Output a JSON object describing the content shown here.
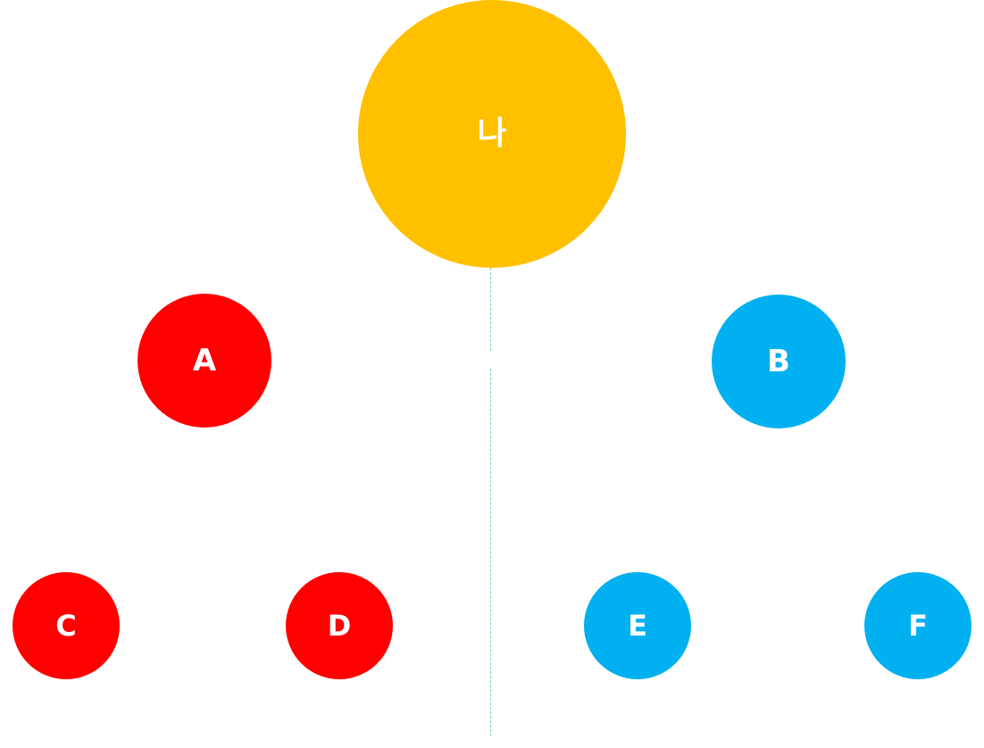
{
  "diagram": {
    "root": {
      "label": "나",
      "color": "#FFC000"
    },
    "left_group_color": "#FF0000",
    "right_group_color": "#00B0F0",
    "nodes": {
      "a": {
        "label": "A"
      },
      "b": {
        "label": "B"
      },
      "c": {
        "label": "C"
      },
      "d": {
        "label": "D"
      },
      "e": {
        "label": "E"
      },
      "f": {
        "label": "F"
      }
    },
    "divider_color": "#7FD3C4"
  }
}
